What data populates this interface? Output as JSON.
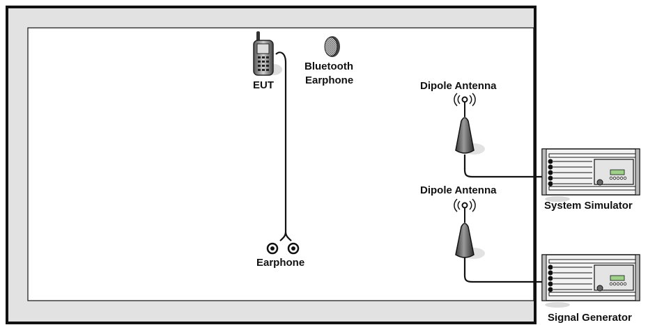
{
  "labels": {
    "eut": "EUT",
    "bluetooth_line1": "Bluetooth",
    "bluetooth_line2": "Earphone",
    "earphone": "Earphone",
    "dipole_antenna_1": "Dipole Antenna",
    "dipole_antenna_2": "Dipole Antenna",
    "system_simulator": "System Simulator",
    "signal_generator": "Signal Generator"
  },
  "colors": {
    "chamber_wall": "#e2e2e2",
    "chamber_border": "#111111",
    "cable": "#111111",
    "rack_face": "#efefef",
    "display": "#9fd08a"
  }
}
